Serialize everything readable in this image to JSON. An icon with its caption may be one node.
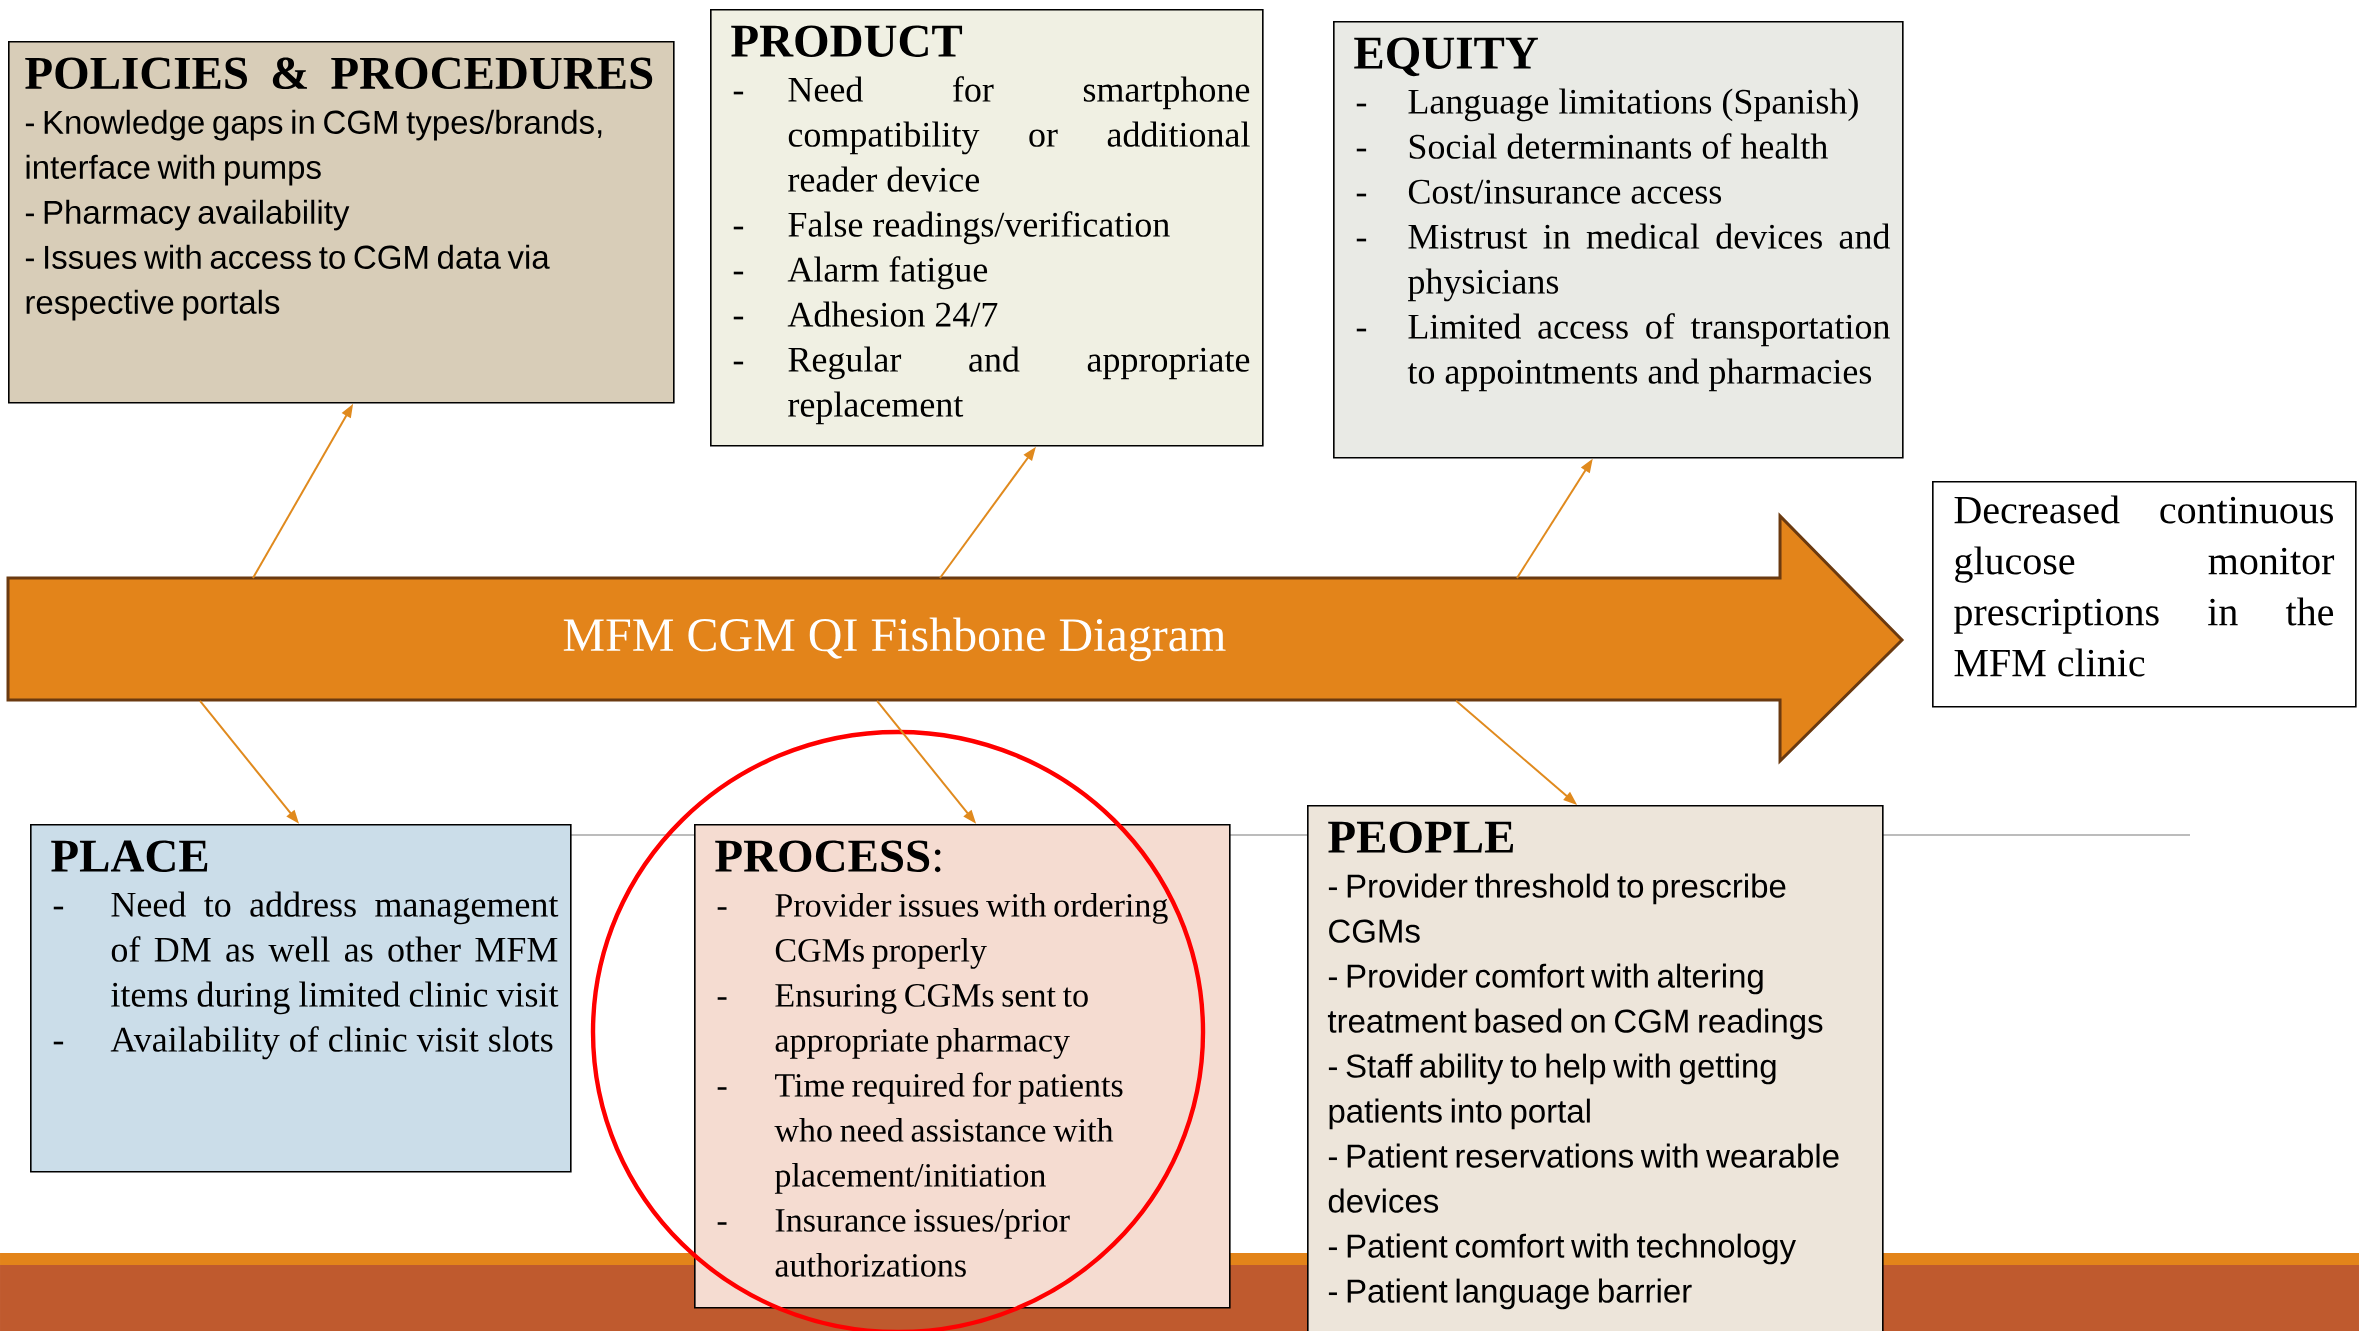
{
  "diagram": {
    "nodes": [
      {
        "text": [
          "MFM CGM QI Fishbone Diagram"
        ]
      },
      {
        "text": [
          "POLICIES & PROCEDURES",
          "- Knowledge gaps in CGM types/brands, interface with pumps",
          "- Pharmacy availability",
          "- Issues with access to CGM data via respective portals"
        ]
      },
      {
        "text": [
          "PRODUCT",
          "-",
          "Need for smartphone compatibility or additional reader device",
          "-",
          "False readings/verification",
          "-",
          "Alarm fatigue",
          "-",
          "Adhesion 24/7",
          "-",
          "Regular and appropriate replacement"
        ]
      },
      {
        "text": [
          "EQUITY",
          "-",
          "Language limitations (Spanish)",
          "-",
          "Social determinants of health",
          "-",
          "Cost/insurance access",
          "-",
          "Mistrust in medical devices and physicians",
          "-",
          "Limited access of transportation to appointments and pharmacies"
        ]
      },
      {
        "text": [
          "Decreased continuous glucose monitor prescriptions in the MFM clinic"
        ]
      },
      {
        "text": [
          "PLACE",
          "-",
          "Need to address management of DM as well as other MFM items during limited clinic visit",
          "-",
          "Availability of clinic visit slots"
        ]
      },
      {
        "text": [
          "**PROCESS**:",
          "-",
          "Provider issues with ordering CGMs properly",
          "-",
          "Ensuring CGMs sent to appropriate pharmacy",
          "-",
          "Time required for patients who need assistance with placement/initiation",
          "-",
          "Insurance issues/prior authorizations"
        ]
      },
      {
        "text": [
          "PEOPLE",
          "- Provider threshold to prescribe CGMs",
          "- Provider comfort with altering treatment based on CGM readings",
          "- Staff ability to help with getting patients into portal",
          "- Patient reservations with wearable devices",
          "- Patient comfort with technology",
          "- Patient language barrier"
        ]
      }
    ],
    "edges": [
      {
        "from": 0,
        "to": 1,
        "arrow": "to"
      },
      {
        "from": 0,
        "to": 2,
        "arrow": "to"
      },
      {
        "from": 0,
        "to": 3,
        "arrow": "to"
      },
      {
        "from": 0,
        "to": 5,
        "arrow": "to"
      },
      {
        "from": 0,
        "to": 6,
        "arrow": "to"
      },
      {
        "from": 0,
        "to": 7,
        "arrow": "to"
      }
    ]
  }
}
